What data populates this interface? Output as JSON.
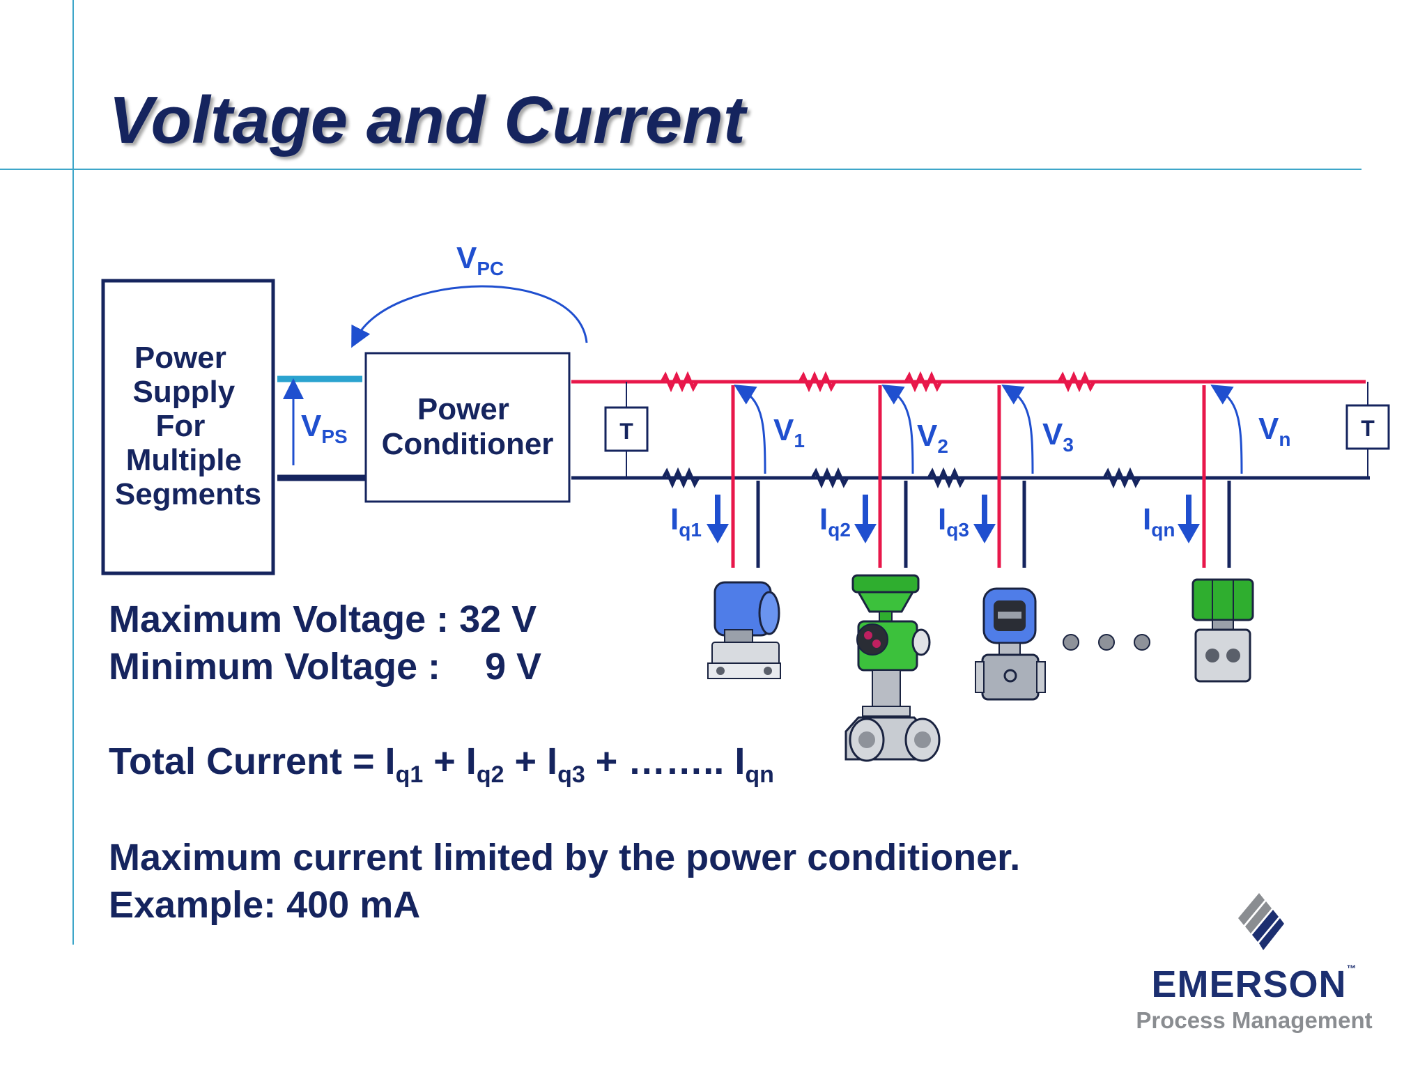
{
  "title": "Voltage and Current",
  "diagram": {
    "power_supply": [
      "Power",
      "Supply",
      "For",
      "Multiple",
      "Segments"
    ],
    "power_conditioner": [
      "Power",
      "Conditioner"
    ],
    "terminator": "T",
    "v_pc": {
      "main": "V",
      "sub": "PC"
    },
    "v_ps": {
      "main": "V",
      "sub": "PS"
    },
    "voltages": [
      {
        "main": "V",
        "sub": "1"
      },
      {
        "main": "V",
        "sub": "2"
      },
      {
        "main": "V",
        "sub": "3"
      },
      {
        "main": "V",
        "sub": "n"
      }
    ],
    "currents": [
      {
        "main": "I",
        "sub": "q1"
      },
      {
        "main": "I",
        "sub": "q2"
      },
      {
        "main": "I",
        "sub": "q3"
      },
      {
        "main": "I",
        "sub": "qn"
      }
    ],
    "colors": {
      "positive_line": "#e8174a",
      "negative_line": "#15245e",
      "label": "#1f4fcf",
      "arrow": "#1f4fcf"
    }
  },
  "body": {
    "max_voltage": "Maximum Voltage : 32 V",
    "min_voltage_label": "Minimum Voltage :",
    "min_voltage_value": "9 V",
    "total_current": {
      "prefix": "Total Current = ",
      "terms": [
        {
          "main": "I",
          "sub": "q1",
          "after": " + "
        },
        {
          "main": "I",
          "sub": "q2",
          "after": " + "
        },
        {
          "main": "I",
          "sub": "q3",
          "after": " + …….. "
        },
        {
          "main": "I",
          "sub": "qn",
          "after": ""
        }
      ]
    },
    "max_current": "Maximum current limited by the power conditioner.",
    "example": "Example: 400 mA"
  },
  "logo": {
    "name": "EMERSON",
    "tm": "™",
    "sub": "Process Management"
  }
}
